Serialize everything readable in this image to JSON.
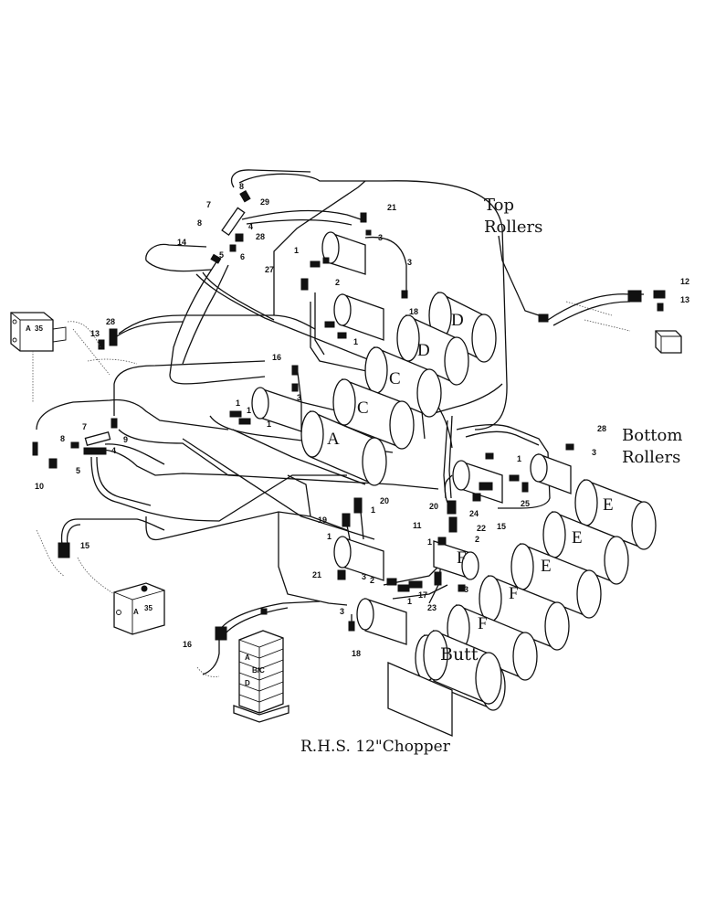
{
  "labels": {
    "top_rollers_line1": "Top",
    "top_rollers_line2": "Rollers",
    "bottom_rollers_line1": "Bottom",
    "bottom_rollers_line2": "Rollers",
    "caption": "R.H.S. 12\"Chopper",
    "butt": "Butt"
  },
  "roller_letters": [
    "D",
    "D",
    "C",
    "C",
    "A",
    "E",
    "E",
    "E",
    "F",
    "F",
    "F"
  ],
  "block_labels": [
    "A",
    "35",
    "A",
    "35",
    "B/C",
    "A",
    "D"
  ],
  "callouts": [
    "8",
    "29",
    "7",
    "21",
    "8",
    "4",
    "28",
    "3",
    "14",
    "5",
    "6",
    "1",
    "27",
    "2",
    "3",
    "18",
    "1",
    "12",
    "13",
    "28",
    "13",
    "16",
    "3",
    "1",
    "1",
    "1",
    "7",
    "8",
    "4",
    "5",
    "9",
    "10",
    "28",
    "3",
    "1",
    "25",
    "24",
    "15",
    "20",
    "22",
    "2",
    "11",
    "1",
    "20",
    "19",
    "1",
    "1",
    "15",
    "21",
    "3",
    "2",
    "17",
    "1",
    "23",
    "3",
    "3",
    "16",
    "18"
  ]
}
